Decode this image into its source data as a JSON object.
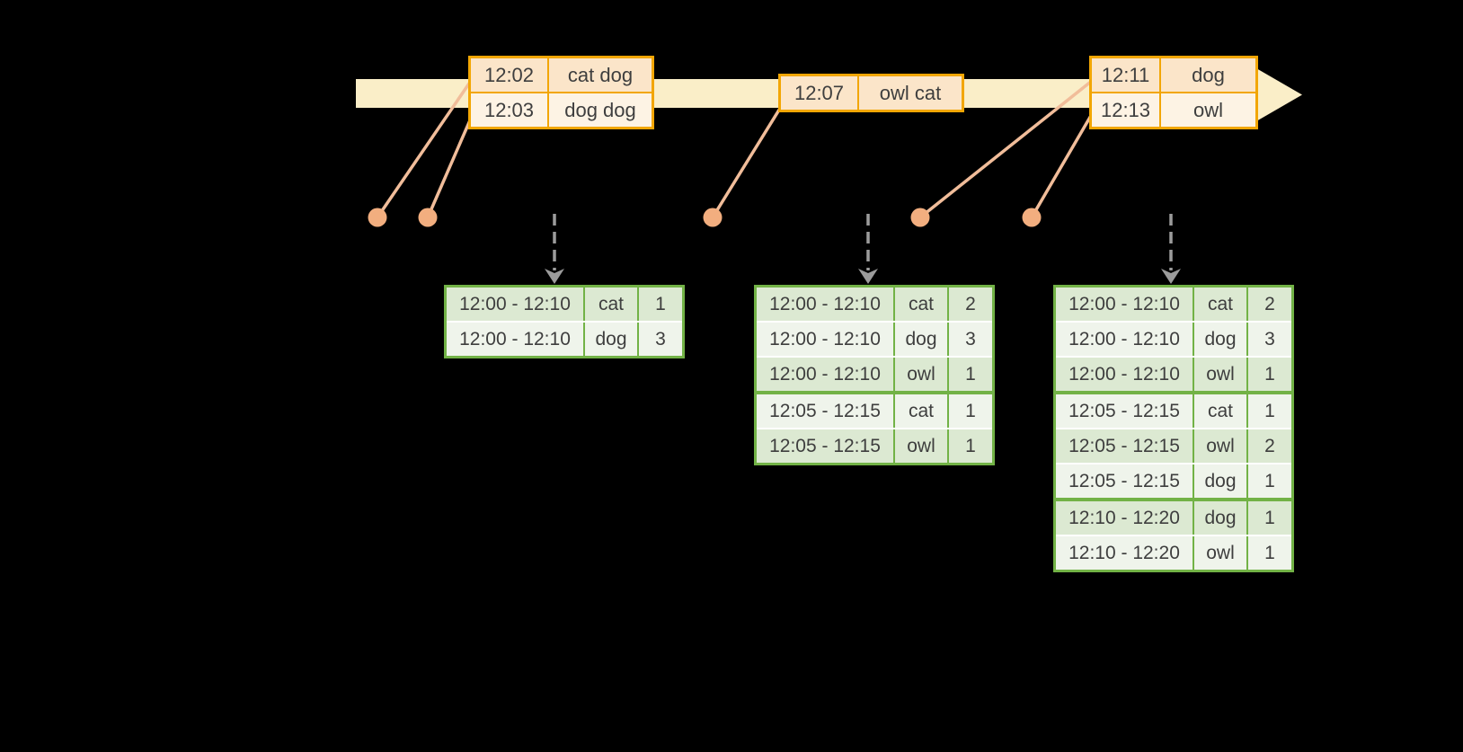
{
  "colors": {
    "background": "#000000",
    "timeline_fill": "#FAEEC8",
    "event_border": "#F2A603",
    "event_row_odd_fill": "#FBE5C9",
    "event_row_even_fill": "#FDF3E4",
    "result_border": "#72B246",
    "result_row_odd_fill": "#DCE9D2",
    "result_row_even_fill": "#EFF4EB",
    "connector_line": "#F1BD9A",
    "connector_dot": "#F2AE7F",
    "trigger_arrow": "#9C9C9C",
    "text_color": "#3E3E3E"
  },
  "event_tables": [
    {
      "rows": [
        {
          "time": "12:02",
          "words": "cat dog"
        },
        {
          "time": "12:03",
          "words": "dog dog"
        }
      ]
    },
    {
      "rows": [
        {
          "time": "12:07",
          "words": "owl cat"
        }
      ]
    },
    {
      "rows": [
        {
          "time": "12:11",
          "words": "dog"
        },
        {
          "time": "12:13",
          "words": "owl"
        }
      ]
    }
  ],
  "result_tables": [
    {
      "rows": [
        {
          "window": "12:00 - 12:10",
          "word": "cat",
          "count": 1
        },
        {
          "window": "12:00 - 12:10",
          "word": "dog",
          "count": 3
        }
      ]
    },
    {
      "rows": [
        {
          "window": "12:00 - 12:10",
          "word": "cat",
          "count": 2
        },
        {
          "window": "12:00 - 12:10",
          "word": "dog",
          "count": 3
        },
        {
          "window": "12:00 - 12:10",
          "word": "owl",
          "count": 1
        },
        {
          "window": "12:05 - 12:15",
          "word": "cat",
          "count": 1
        },
        {
          "window": "12:05 - 12:15",
          "word": "owl",
          "count": 1
        }
      ]
    },
    {
      "rows": [
        {
          "window": "12:00 - 12:10",
          "word": "cat",
          "count": 2
        },
        {
          "window": "12:00 - 12:10",
          "word": "dog",
          "count": 3
        },
        {
          "window": "12:00 - 12:10",
          "word": "owl",
          "count": 1
        },
        {
          "window": "12:05 - 12:15",
          "word": "cat",
          "count": 1
        },
        {
          "window": "12:05 - 12:15",
          "word": "owl",
          "count": 2
        },
        {
          "window": "12:05 - 12:15",
          "word": "dog",
          "count": 1
        },
        {
          "window": "12:10 - 12:20",
          "word": "dog",
          "count": 1
        },
        {
          "window": "12:10 - 12:20",
          "word": "owl",
          "count": 1
        }
      ]
    }
  ]
}
